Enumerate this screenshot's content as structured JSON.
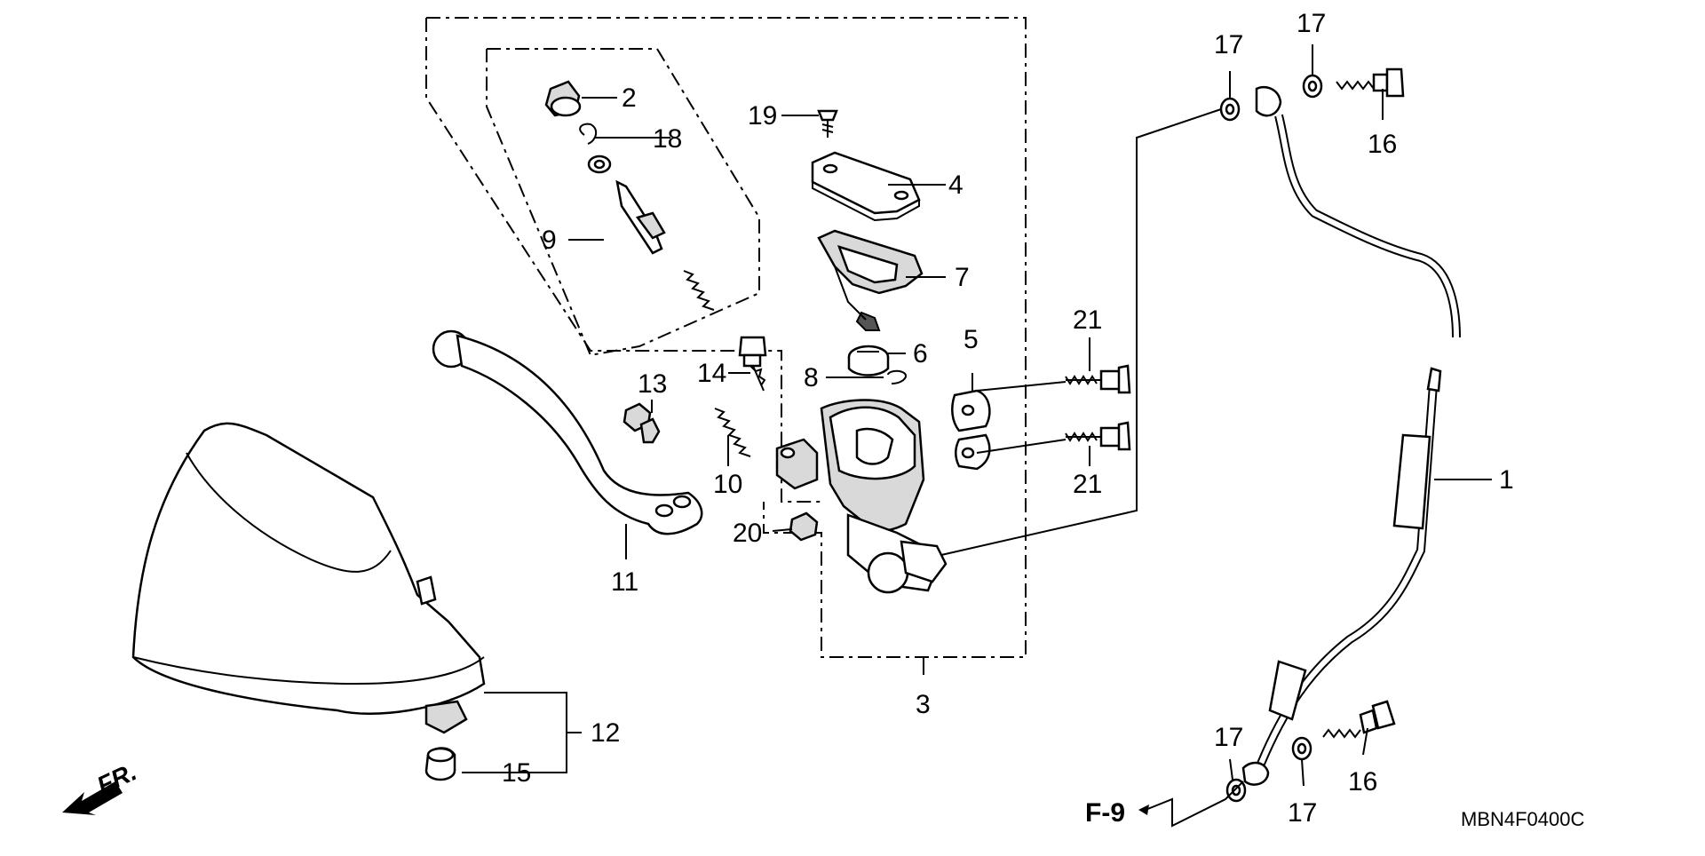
{
  "diagram": {
    "code": "MBN4F0400C",
    "front_marker": "FR.",
    "page_ref": "F-9",
    "callouts": {
      "c1": "1",
      "c2": "2",
      "c3": "3",
      "c4": "4",
      "c5": "5",
      "c6": "6",
      "c7": "7",
      "c8": "8",
      "c9": "9",
      "c10": "10",
      "c11": "11",
      "c12": "12",
      "c13": "13",
      "c14": "14",
      "c15": "15",
      "c16a": "16",
      "c16b": "16",
      "c17a": "17",
      "c17b": "17",
      "c17c": "17",
      "c17d": "17",
      "c18": "18",
      "c19": "19",
      "c20": "20",
      "c21a": "21",
      "c21b": "21"
    }
  }
}
